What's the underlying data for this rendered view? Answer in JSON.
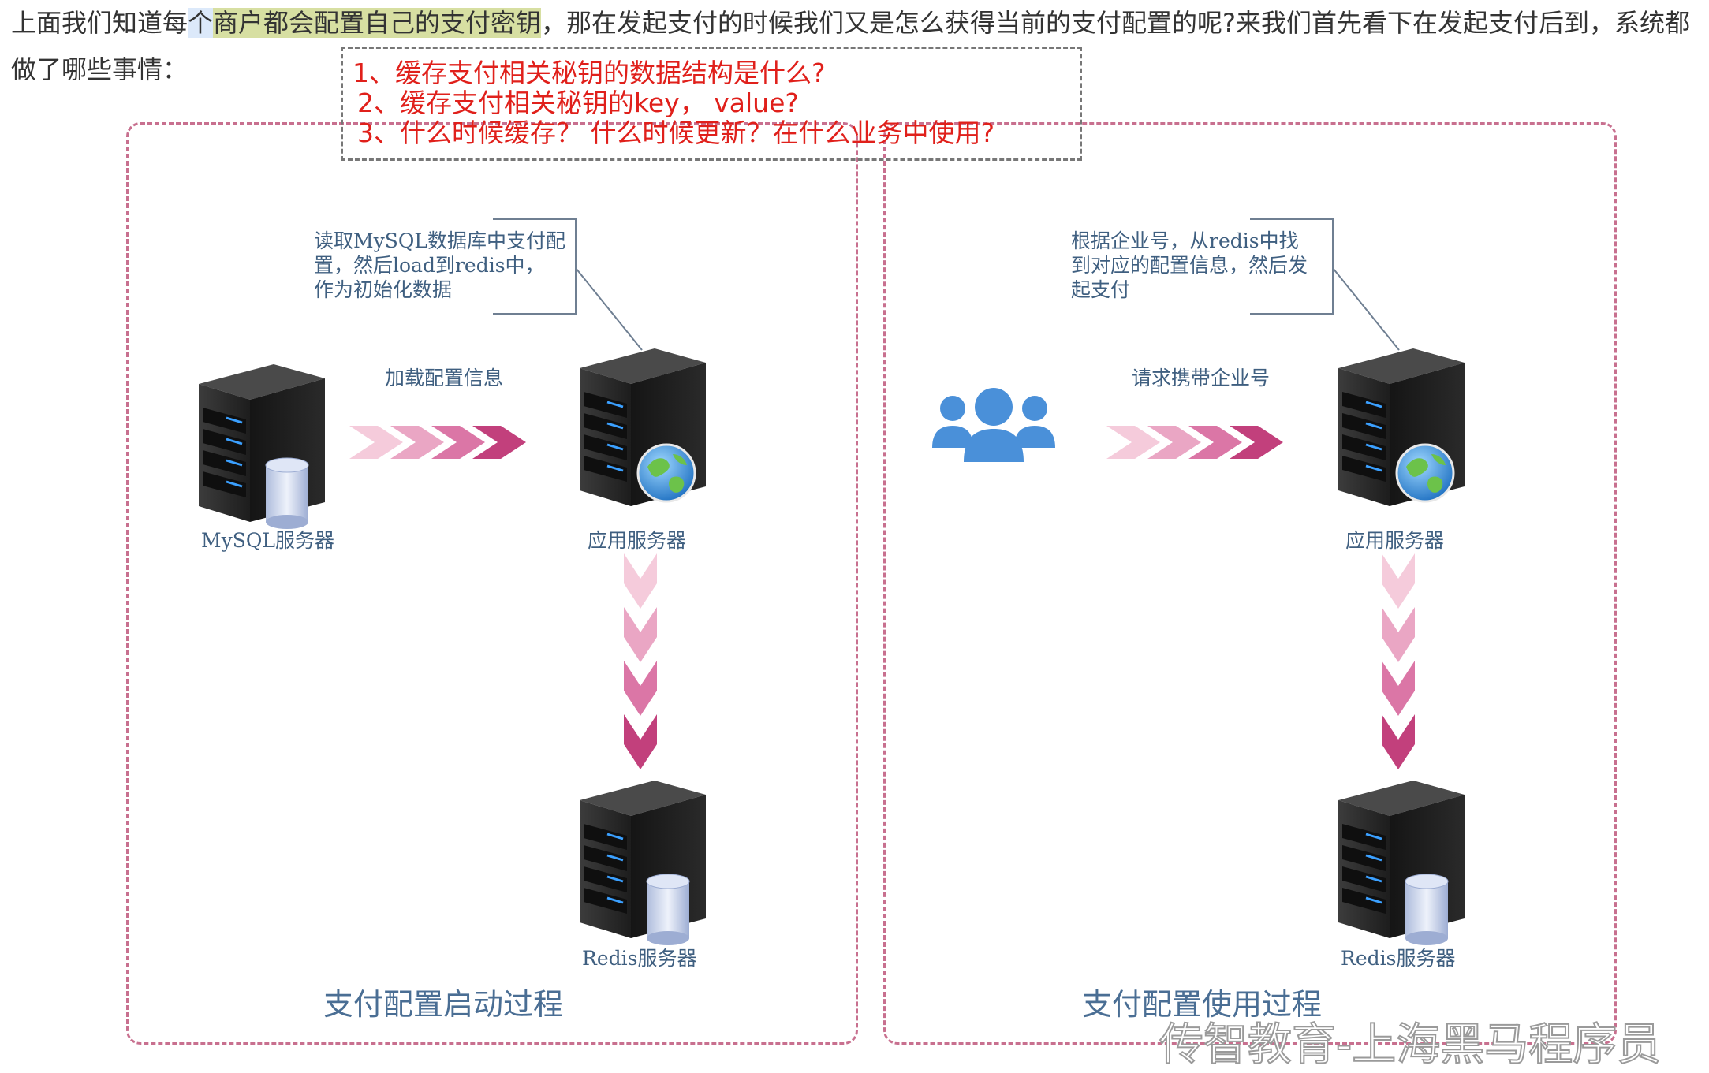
{
  "intro": {
    "part1": "上面我们知道每",
    "part2": "个",
    "part3": "商户都会配置自己的支付密钥",
    "part4": "，那在发起支付的时候我们又是怎么获得当前的支付配置的呢?来我们首先看下在发起支付后到，系统都做了哪些事情："
  },
  "questions": [
    "1、缓存支付相关秘钥的数据结构是什么?",
    "2、缓存支付相关秘钥的key，  value?",
    "3、什么时候缓存？ 什么时候更新？在什么业务中使用?"
  ],
  "left_panel": {
    "title": "支付配置启动过程",
    "callout": [
      "读取MySQL数据库中支付配",
      "置，然后load到redis中，",
      "作为初始化数据"
    ],
    "arrow_label": "加载配置信息",
    "mysql_label": "MySQL服务器",
    "app_label": "应用服务器",
    "redis_label": "Redis服务器"
  },
  "right_panel": {
    "title": "支付配置使用过程",
    "callout": [
      "根据企业号，从redis中找",
      "到对应的配置信息，然后发",
      "起支付"
    ],
    "arrow_label": "请求携带企业号",
    "app_label": "应用服务器",
    "redis_label": "Redis服务器"
  },
  "watermark": "传智教育-上海黑马程序员",
  "colors": {
    "question_red": "#e0201b",
    "panel_border": "#c8708f",
    "label_blue": "#3f5f80",
    "users_blue": "#4a90d9",
    "arrow_light": "#f3c6d8",
    "arrow_dark": "#c2407c"
  }
}
